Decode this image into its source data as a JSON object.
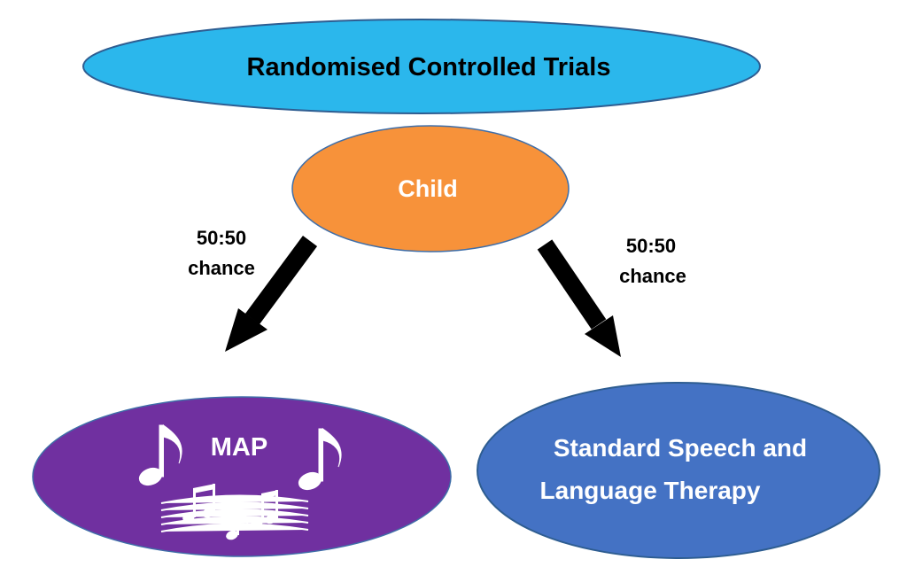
{
  "title": "Randomised Controlled Trials",
  "root": {
    "label": "Child"
  },
  "branches": [
    {
      "label_line1": "50:50",
      "label_line2": "chance"
    },
    {
      "label_line1": "50:50",
      "label_line2": "chance"
    }
  ],
  "outcomes": [
    {
      "label": "MAP"
    },
    {
      "label_line1": "Standard Speech and",
      "label_line2": "Language Therapy"
    }
  ],
  "colors": {
    "title_fill": "#2BB7EC",
    "title_stroke": "#2E5D91",
    "child_fill": "#F7923A",
    "child_stroke": "#3F6EA8",
    "map_fill": "#7030A0",
    "map_stroke": "#3F6EA8",
    "therapy_fill": "#4472C4",
    "therapy_stroke": "#2E5D91",
    "arrow": "#000000",
    "light_text": "#FFFFFF",
    "dark_text": "#000000"
  },
  "icons": [
    "music-note-icon",
    "music-note-icon",
    "music-staff-icon"
  ]
}
